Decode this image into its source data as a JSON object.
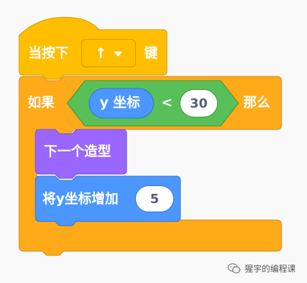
{
  "colors": {
    "events": "#ffbf00",
    "events_border": "#cc9900",
    "control": "#ffab19",
    "control_border": "#cf8b17",
    "operators": "#59c059",
    "operators_border": "#389438",
    "motion": "#4c97ff",
    "motion_border": "#3373cc",
    "looks": "#9966ff",
    "looks_border": "#774dcb"
  },
  "hat_block": {
    "label": "当按下",
    "key_dropdown": {
      "value": "↑",
      "arrow_icon": "triangle-down-icon"
    },
    "suffix": "键"
  },
  "if_block": {
    "label_if": "如果",
    "label_then": "那么",
    "condition": {
      "reporter": "y 坐标",
      "operator": "<",
      "value": "30"
    }
  },
  "next_costume_block": {
    "label": "下一个造型"
  },
  "change_y_block": {
    "label": "将y坐标增加",
    "value": "5"
  },
  "watermark": {
    "icon": "wechat-icon",
    "text": "猩宇的编程课"
  }
}
